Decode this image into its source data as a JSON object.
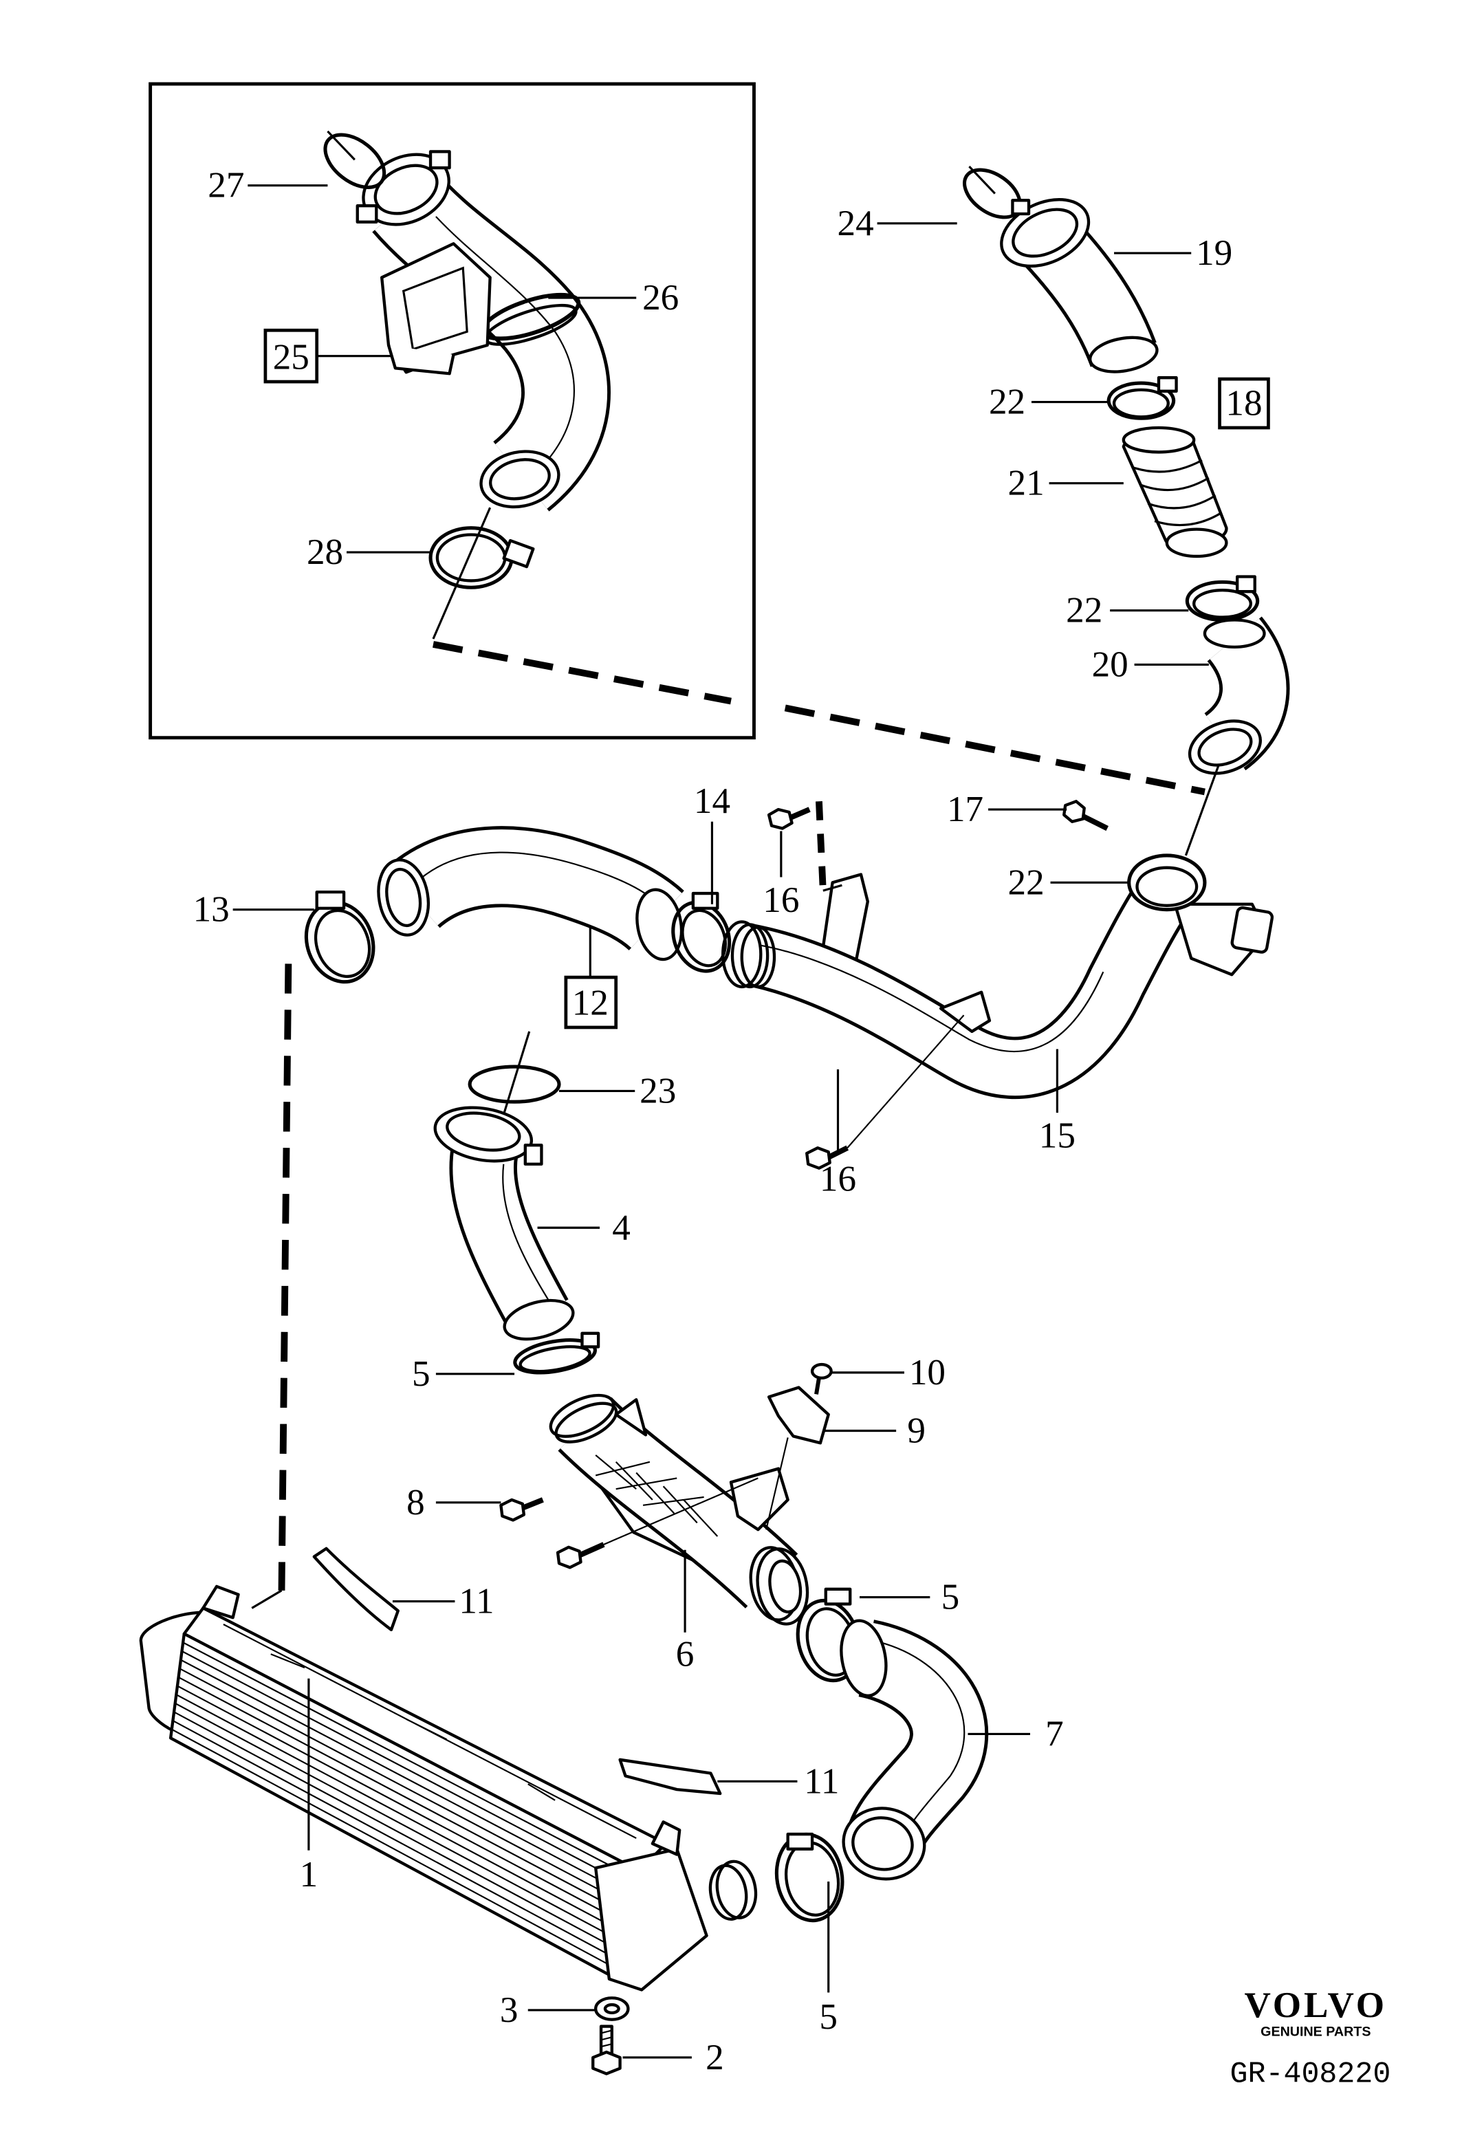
{
  "callouts": [
    "27",
    "26",
    "25",
    "28",
    "24",
    "19",
    "22",
    "18",
    "21",
    "22",
    "20",
    "17",
    "14",
    "16",
    "22",
    "13",
    "12",
    "23",
    "15",
    "16",
    "4",
    "5",
    "10",
    "9",
    "8",
    "11",
    "6",
    "5",
    "7",
    "11",
    "1",
    "3",
    "5",
    "2"
  ],
  "logo": {
    "brand": "VOLVO",
    "tagline": "GENUINE PARTS"
  },
  "diagram_id": "GR-408220"
}
